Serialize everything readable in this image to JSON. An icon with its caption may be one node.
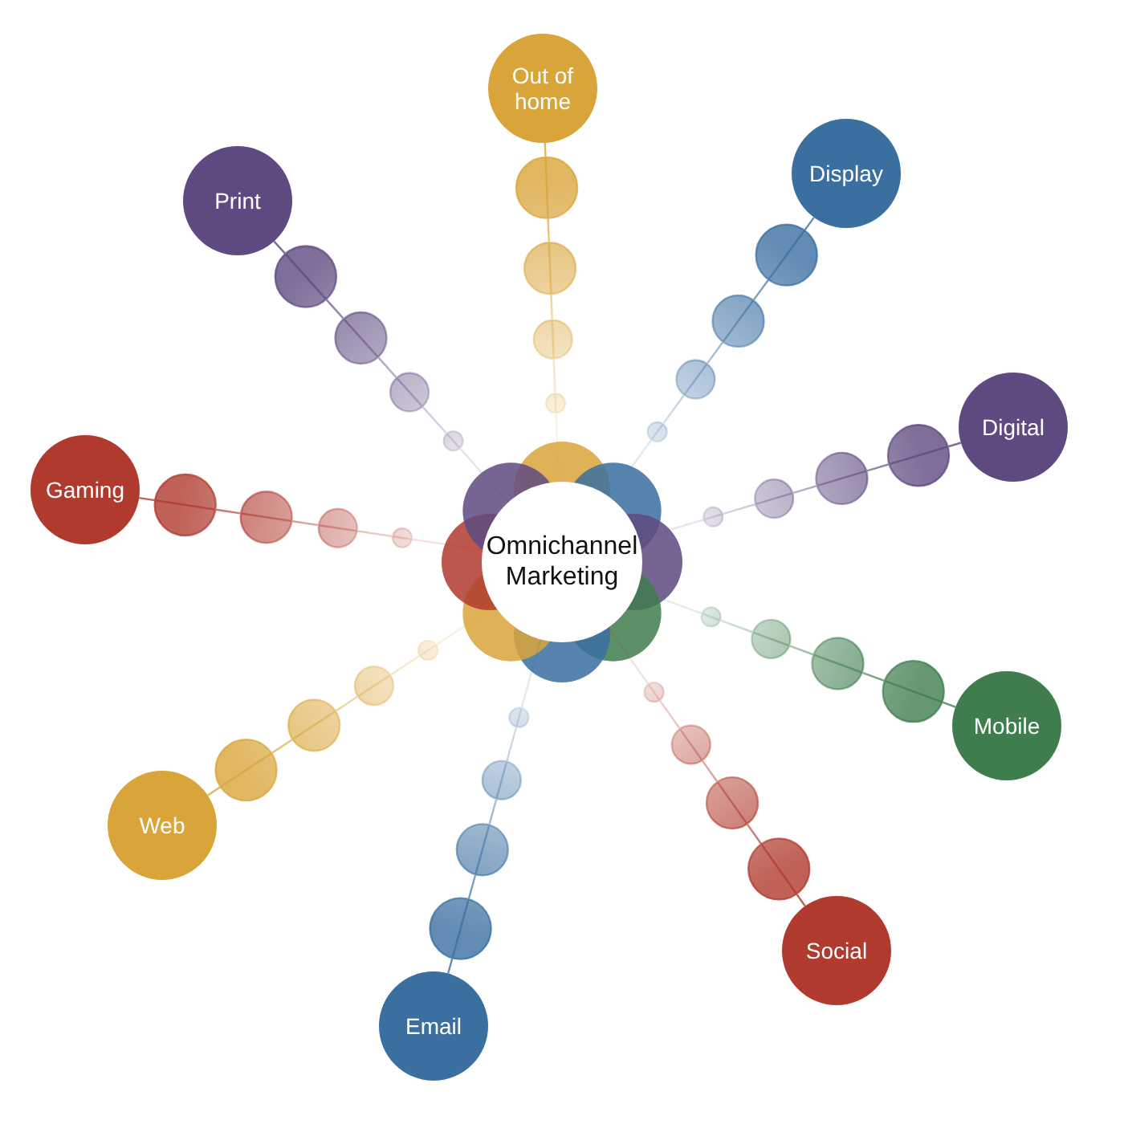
{
  "diagram": {
    "nodes": [
      {
        "text": [
          "Omnichannel Marketing"
        ]
      },
      {
        "text": [
          "Out of home"
        ]
      },
      {
        "text": [
          "Display"
        ]
      },
      {
        "text": [
          "Digital"
        ]
      },
      {
        "text": [
          "Mobile"
        ]
      },
      {
        "text": [
          "Social"
        ]
      },
      {
        "text": [
          "Email"
        ]
      },
      {
        "text": [
          "Web"
        ]
      },
      {
        "text": [
          "Gaming"
        ]
      },
      {
        "text": [
          "Print"
        ]
      }
    ],
    "edges": [
      {
        "from": 0,
        "to": 1,
        "arrow": "none"
      },
      {
        "from": 0,
        "to": 2,
        "arrow": "none"
      },
      {
        "from": 0,
        "to": 3,
        "arrow": "none"
      },
      {
        "from": 0,
        "to": 4,
        "arrow": "none"
      },
      {
        "from": 0,
        "to": 5,
        "arrow": "none"
      },
      {
        "from": 0,
        "to": 6,
        "arrow": "none"
      },
      {
        "from": 0,
        "to": 7,
        "arrow": "none"
      },
      {
        "from": 0,
        "to": 8,
        "arrow": "none"
      },
      {
        "from": 0,
        "to": 9,
        "arrow": "none"
      }
    ]
  }
}
